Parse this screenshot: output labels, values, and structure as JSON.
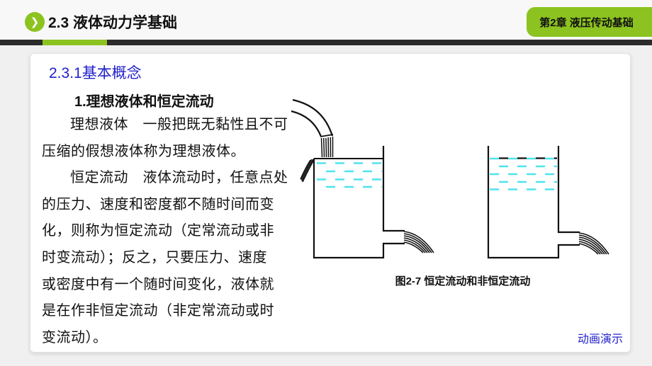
{
  "header": {
    "title": "2.3 液体动力学基础",
    "chapter_badge": "第2章  液压传动基础"
  },
  "content": {
    "section_heading": "2.3.1基本概念",
    "sub_heading": "1.理想液体和恒定流动",
    "para_lines": [
      "理想液体　一般把既无黏性且不可",
      "压缩的假想液体称为理想液体。",
      "恒定流动　液体流动时，任意点处",
      "的压力、速度和密度都不随时间而变",
      "化，则称为恒定流动（定常流动或非",
      "时变流动）；反之，只要压力、速度",
      "或密度中有一个随时间变化，液体就",
      "是在作非恒定流动（非定常流动或时",
      "变流动）。"
    ],
    "figure_caption": "图2-7 恒定流动和非恒定流动",
    "animation_link": "动画演示"
  },
  "icons": {
    "bullet_icon": "chevron-right-icon",
    "bullet_glyph": "❯"
  },
  "colors": {
    "accent_green": "#8CC320",
    "bar_dark": "#2B2B2B",
    "text_blue": "#2121CC",
    "water_cyan": "#4FE3EE"
  }
}
